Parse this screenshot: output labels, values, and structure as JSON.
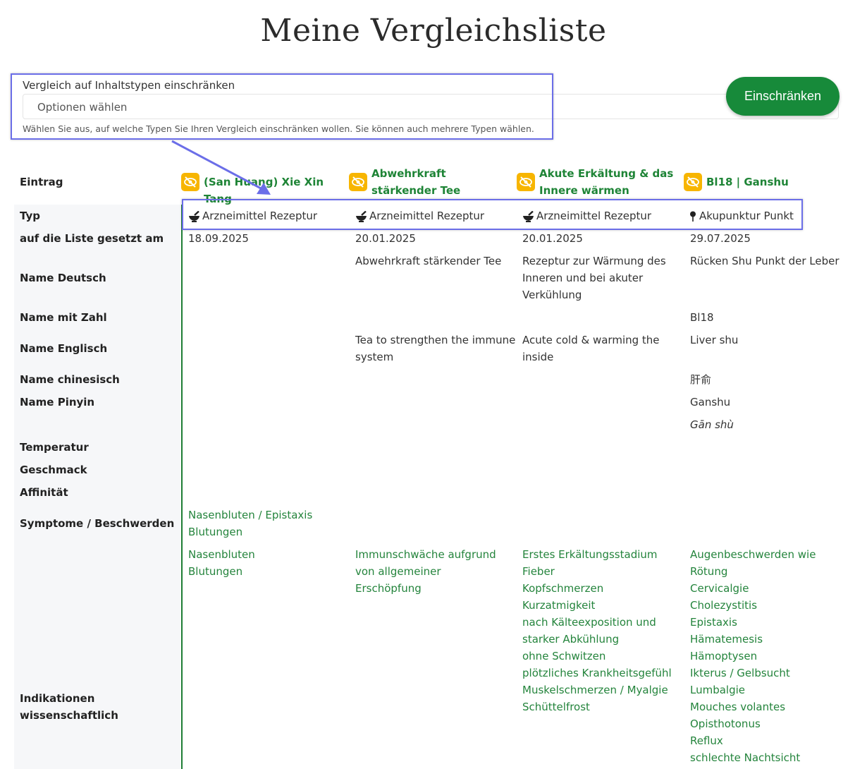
{
  "page": {
    "title": "Meine Vergleichsliste"
  },
  "filter": {
    "label": "Vergleich auf Inhaltstypen einschränken",
    "placeholder": "Optionen wählen",
    "help": "Wählen Sie aus, auf welche Typen Sie Ihren Vergleich einschränken wollen. Sie können auch mehrere Typen wählen.",
    "button": "Einschränken"
  },
  "labels": {
    "eintrag": "Eintrag",
    "typ": "Typ",
    "added": "auf die Liste gesetzt am",
    "name_de": "Name Deutsch",
    "name_num": "Name mit Zahl",
    "name_en": "Name Englisch",
    "name_cn": "Name chinesisch",
    "name_pinyin": "Name Pinyin",
    "temperatur": "Temperatur",
    "geschmack": "Geschmack",
    "affinitaet": "Affinität",
    "symptome": "Symptome / Beschwerden",
    "indikationen_1": "Indikationen",
    "indikationen_2": "wissenschaftlich"
  },
  "columns": [
    {
      "title": "(San Huang) Xie Xin Tang",
      "icon": "eye-slash-icon",
      "type": "Arzneimittel Rezeptur",
      "type_icon": "mortar-pestle-icon",
      "date": "18.09.2025",
      "symptome": [
        "Nasenbluten / Epistaxis",
        "Blutungen"
      ],
      "indikationen": [
        "Nasenbluten",
        "Blutungen"
      ]
    },
    {
      "title": "Abwehrkraft stärkender Tee",
      "icon": "eye-slash-icon",
      "type": "Arzneimittel Rezeptur",
      "type_icon": "mortar-pestle-icon",
      "date": "20.01.2025",
      "name_de": "Abwehrkraft stärkender Tee",
      "name_en": [
        "Tea to strengthen the immune",
        "system"
      ],
      "indikationen": [
        "Immunschwäche aufgrund",
        "von allgemeiner",
        "Erschöpfung"
      ]
    },
    {
      "title": [
        "Akute Erkältung & das",
        "Innere wärmen"
      ],
      "icon": "eye-slash-icon",
      "type": "Arzneimittel Rezeptur",
      "type_icon": "mortar-pestle-icon",
      "date": "20.01.2025",
      "name_de": [
        "Rezeptur zur Wärmung des",
        "Inneren und bei akuter",
        "Verkühlung"
      ],
      "name_en": [
        "Acute cold & warming the",
        "inside"
      ],
      "indikationen": [
        "Erstes Erkältungsstadium",
        "Fieber",
        "Kopfschmerzen",
        "Kurzatmigkeit",
        "nach Kälteexposition und",
        "starker Abkühlung",
        "ohne Schwitzen",
        "plötzliches Krankheitsgefühl",
        "Muskelschmerzen / Myalgie",
        "Schüttelfrost"
      ]
    },
    {
      "title": "Bl18 | Ganshu",
      "icon": "eye-slash-icon",
      "type": "Akupunktur Punkt",
      "type_icon": "pin-icon",
      "date": "29.07.2025",
      "name_de": "Rücken Shu Punkt der Leber",
      "name_num": "Bl18",
      "name_en": "Liver shu",
      "name_cn": "肝俞",
      "name_pinyin": "Ganshu",
      "name_pinyin_tone": "Gān shù",
      "indikationen": [
        "Augenbeschwerden wie",
        "Rötung",
        "Cervicalgie",
        "Cholezystitis",
        "Epistaxis",
        "Hämatemesis",
        "Hämoptysen",
        "Ikterus / Gelbsucht",
        "Lumbalgie",
        "Mouches volantes",
        "Opisthotonus",
        "Reflux",
        "schlechte Nachtsicht"
      ]
    }
  ],
  "colors": {
    "accent_green": "#178a3a",
    "link_green": "#24843c",
    "highlight": "#6b6ee8",
    "icon_yellow": "#f7b500"
  }
}
